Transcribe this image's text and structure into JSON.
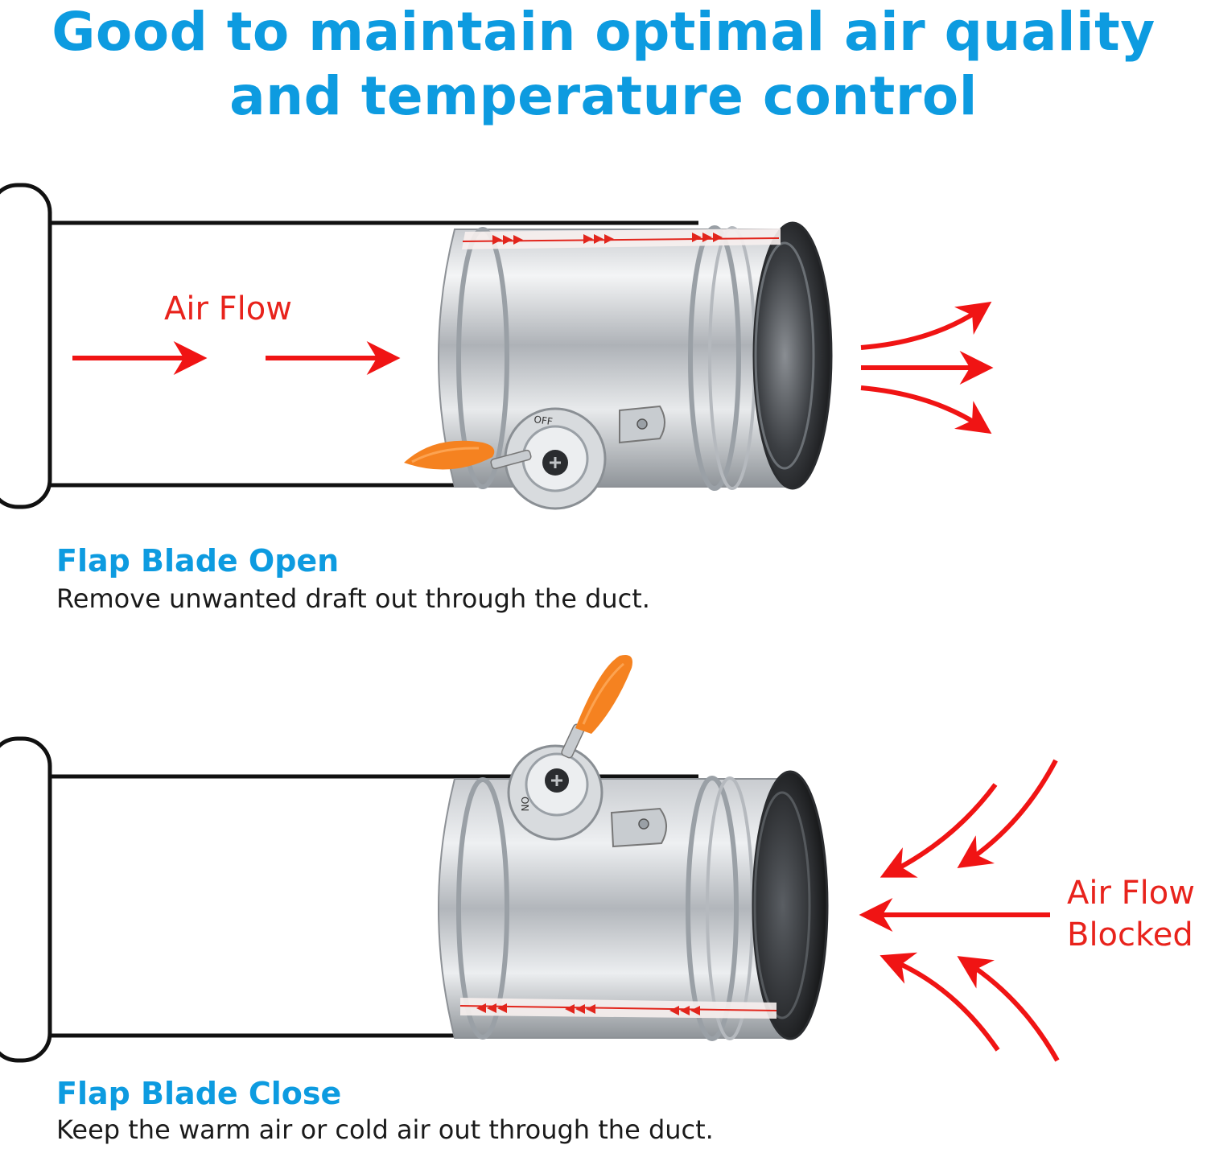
{
  "headline": {
    "line1": "Good to maintain optimal air quality",
    "line2": "and temperature control"
  },
  "open_scene": {
    "flow_label": "Air Flow",
    "switch_text": "OFF",
    "title": "Flap Blade Open",
    "description": "Remove unwanted draft out through the duct."
  },
  "closed_scene": {
    "flow_label_line1": "Air Flow",
    "flow_label_line2": "Blocked",
    "switch_text": "ON",
    "title": "Flap Blade Close",
    "description": "Keep the warm air or cold air out through the duct."
  },
  "colors": {
    "accent_blue": "#0d9be0",
    "arrow_red": "#f01414",
    "handle_orange": "#f58220"
  }
}
